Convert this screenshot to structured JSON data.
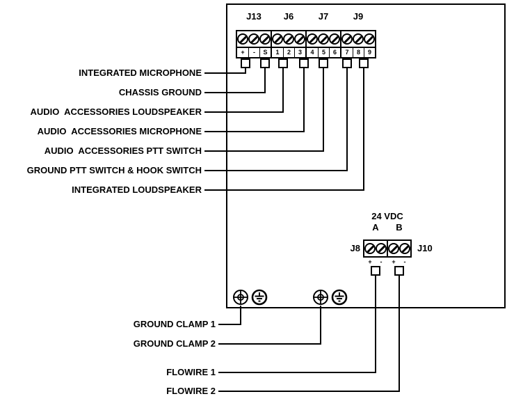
{
  "colors": {
    "ink": "#000000",
    "background": "#ffffff"
  },
  "panel": {
    "connector_groups": [
      {
        "label": "J13",
        "terminals": [
          "+",
          "-",
          "S"
        ]
      },
      {
        "label": "J6",
        "terminals": [
          "1",
          "2",
          "3"
        ]
      },
      {
        "label": "J7",
        "terminals": [
          "4",
          "5",
          "6"
        ]
      },
      {
        "label": "J9",
        "terminals": [
          "7",
          "8",
          "9"
        ]
      }
    ],
    "power_block": {
      "title": "24 VDC",
      "channel_a_label": "A",
      "channel_b_label": "B",
      "left_connector_label": "J8",
      "right_connector_label": "J10",
      "terminal_marks": [
        "+",
        "-",
        "+",
        "-"
      ]
    }
  },
  "callouts": {
    "signals": [
      "INTEGRATED MICROPHONE",
      "CHASSIS GROUND",
      "AUDIO  ACCESSORIES LOUDSPEAKER",
      "AUDIO  ACCESSORIES MICROPHONE",
      "AUDIO  ACCESSORIES PTT SWITCH",
      "GROUND PTT SWITCH & HOOK SWITCH",
      "INTEGRATED LOUDSPEAKER"
    ],
    "ground_clamp_1": "GROUND CLAMP 1",
    "ground_clamp_2": "GROUND CLAMP 2",
    "flowire_1": "FLOWIRE 1",
    "flowire_2": "FLOWIRE 2"
  }
}
